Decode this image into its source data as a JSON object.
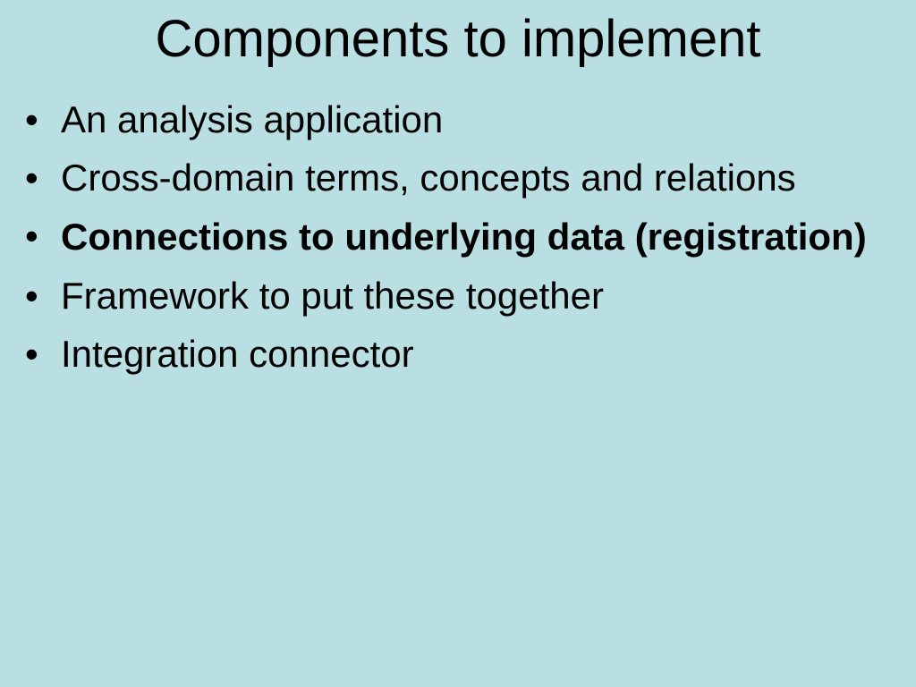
{
  "slide": {
    "title": "Components to implement",
    "bullet_symbol": "•",
    "bullets": [
      {
        "text": "An analysis application",
        "bold": false
      },
      {
        "text": "Cross-domain terms, concepts and relations",
        "bold": false
      },
      {
        "text": "Connections to underlying data (registration)",
        "bold": true
      },
      {
        "text": "Framework to put these together",
        "bold": false
      },
      {
        "text": "Integration connector",
        "bold": false
      }
    ]
  },
  "colors": {
    "background": "#b9dfe3",
    "text": "#000000"
  }
}
